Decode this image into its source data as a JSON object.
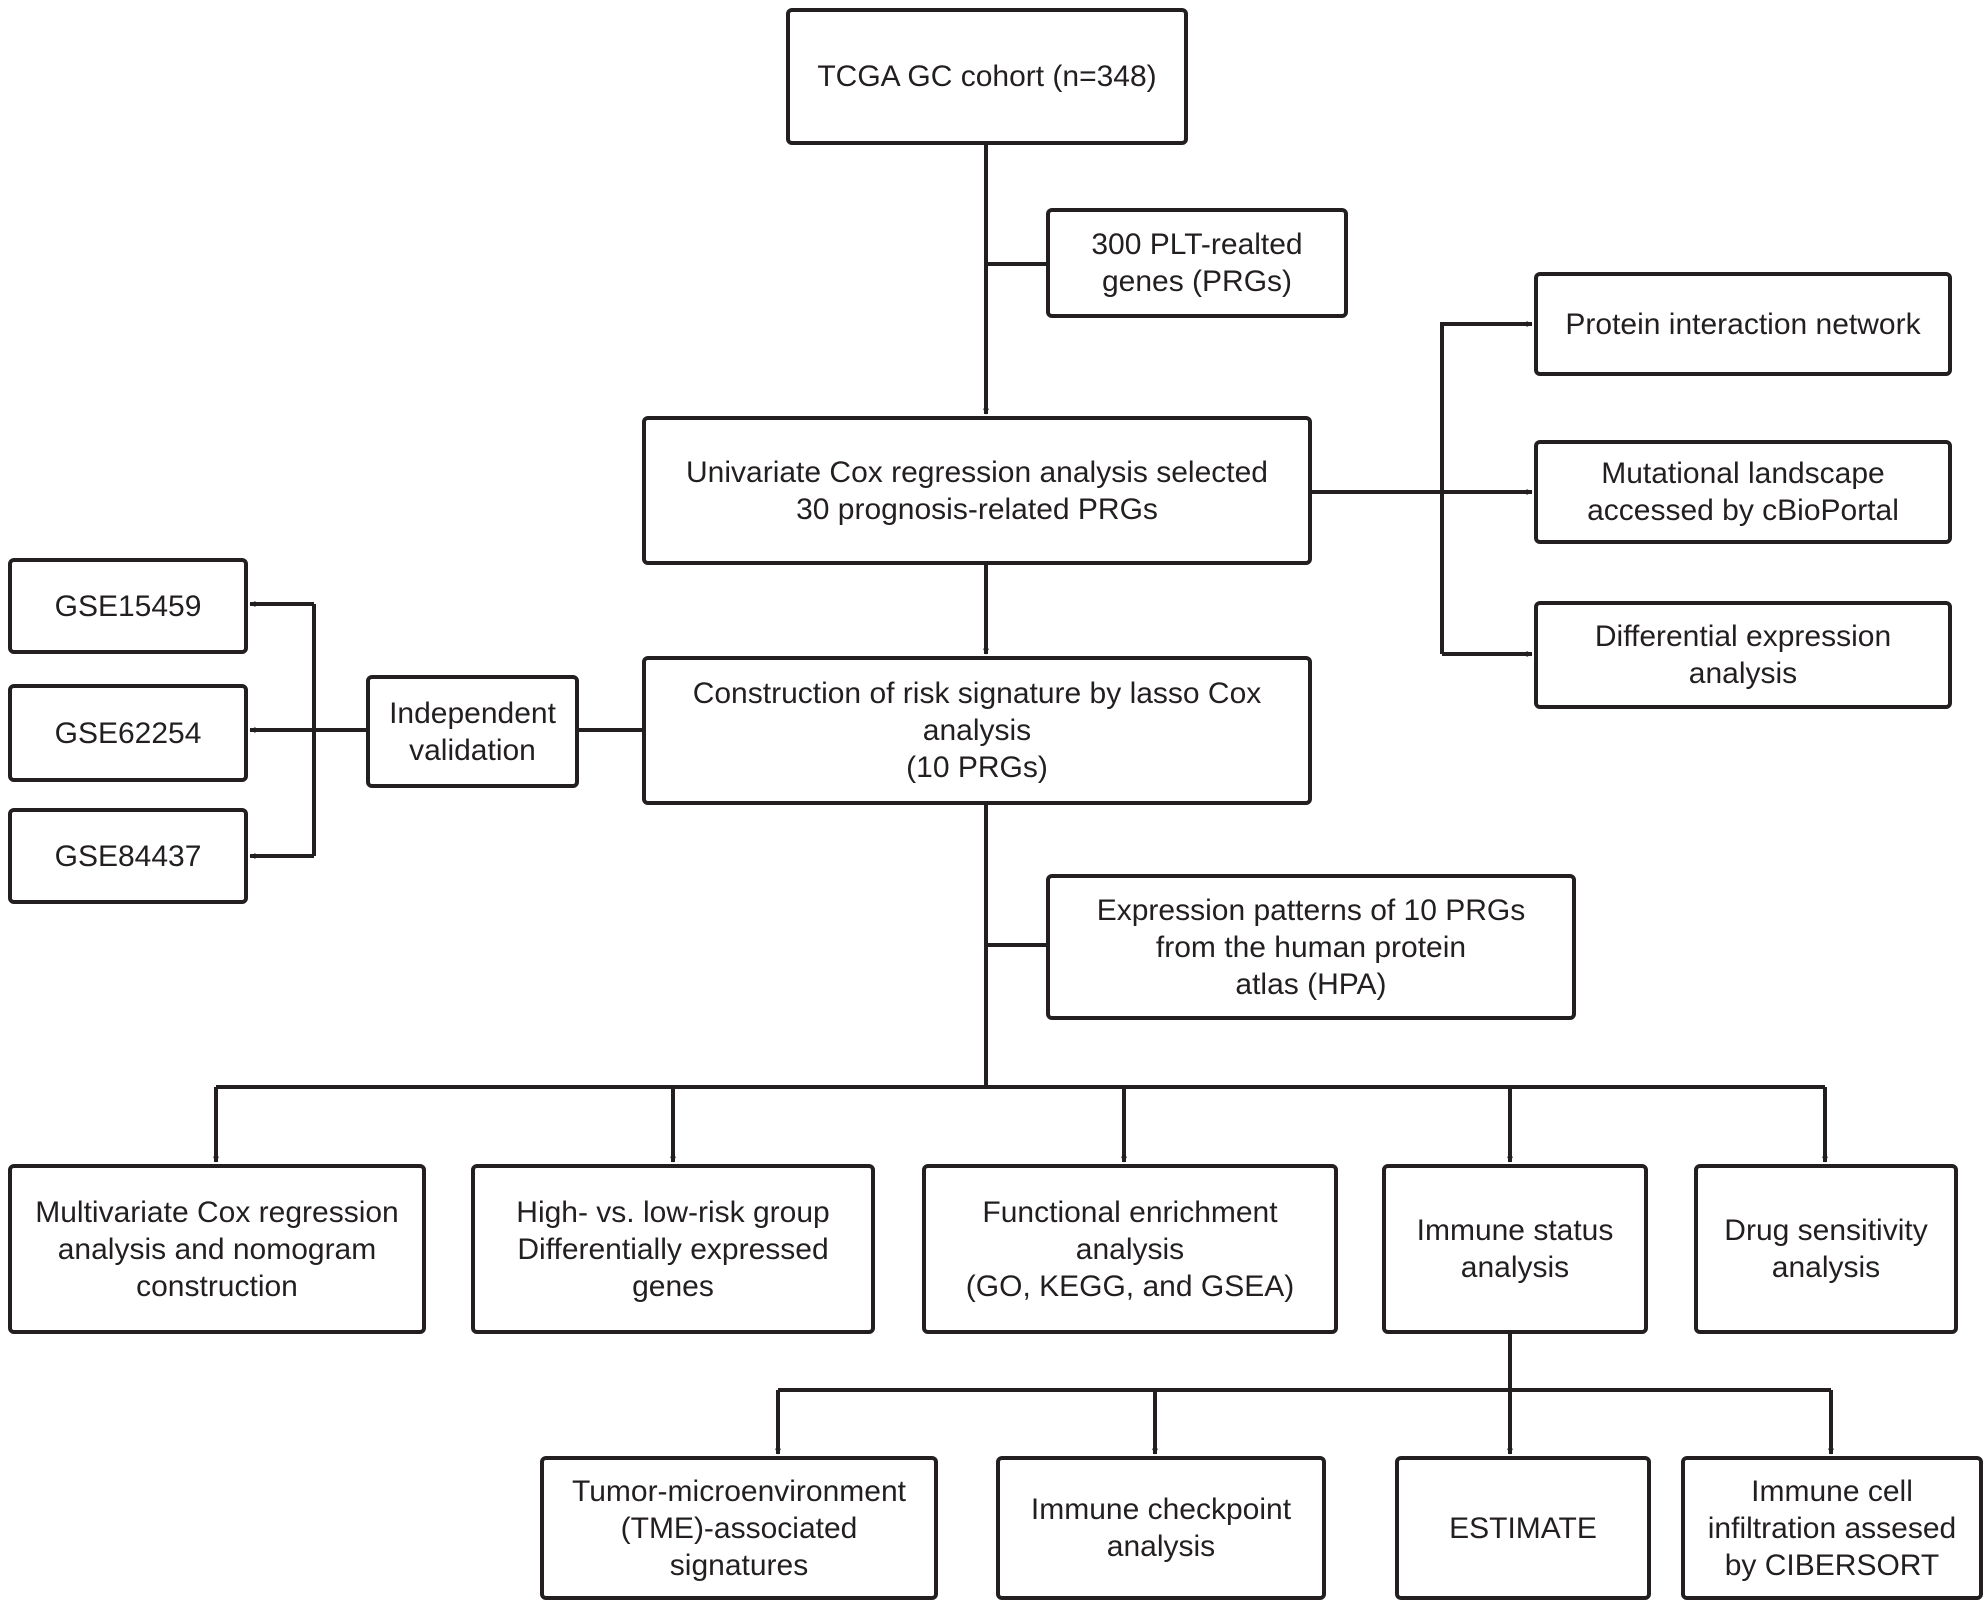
{
  "colors": {
    "line": "#231f20",
    "box_fill": "#ffffff",
    "text": "#231f20"
  },
  "cohort": {
    "line1": "TCGA GC cohort (n=348)"
  },
  "prg_genes": {
    "line1": "300 PLT-realted",
    "line2": "genes (PRGs)"
  },
  "univariate": {
    "line1": "Univariate Cox regression analysis selected",
    "line2": "30 prognosis-related PRGs"
  },
  "protein_network": {
    "line1": "Protein interaction network"
  },
  "mutational": {
    "line1": "Mutational landscape",
    "line2": "accessed by cBioPortal"
  },
  "differential": {
    "line1": "Differential expression",
    "line2": "analysis"
  },
  "risk_signature": {
    "line1": "Construction of risk signature by lasso Cox",
    "line2": "analysis",
    "line3": "(10 PRGs)"
  },
  "validation": {
    "line1": "Independent",
    "line2": "validation"
  },
  "gse1": {
    "line1": "GSE15459"
  },
  "gse2": {
    "line1": "GSE62254"
  },
  "gse3": {
    "line1": "GSE84437"
  },
  "hpa": {
    "line1": "Expression patterns of 10 PRGs",
    "line2": "from  the human protein",
    "line3": "atlas (HPA)"
  },
  "multivariate": {
    "line1": "Multivariate Cox regression",
    "line2": "analysis and nomogram",
    "line3": "construction"
  },
  "high_low": {
    "line1": "High- vs. low-risk group",
    "line2": "Differentially expressed",
    "line3": "genes"
  },
  "functional": {
    "line1": "Functional enrichment",
    "line2": "analysis",
    "line3": "(GO, KEGG, and GSEA)"
  },
  "immune_status": {
    "line1": "Immune status",
    "line2": "analysis"
  },
  "drug": {
    "line1": "Drug sensitivity",
    "line2": "analysis"
  },
  "tme": {
    "line1": "Tumor-microenvironment",
    "line2": "(TME)-associated",
    "line3": "signatures"
  },
  "checkpoint": {
    "line1": "Immune checkpoint",
    "line2": "analysis"
  },
  "estimate": {
    "line1": "ESTIMATE"
  },
  "cibersort": {
    "line1": "Immune cell",
    "line2": "infiltration assesed",
    "line3": "by CIBERSORT"
  }
}
